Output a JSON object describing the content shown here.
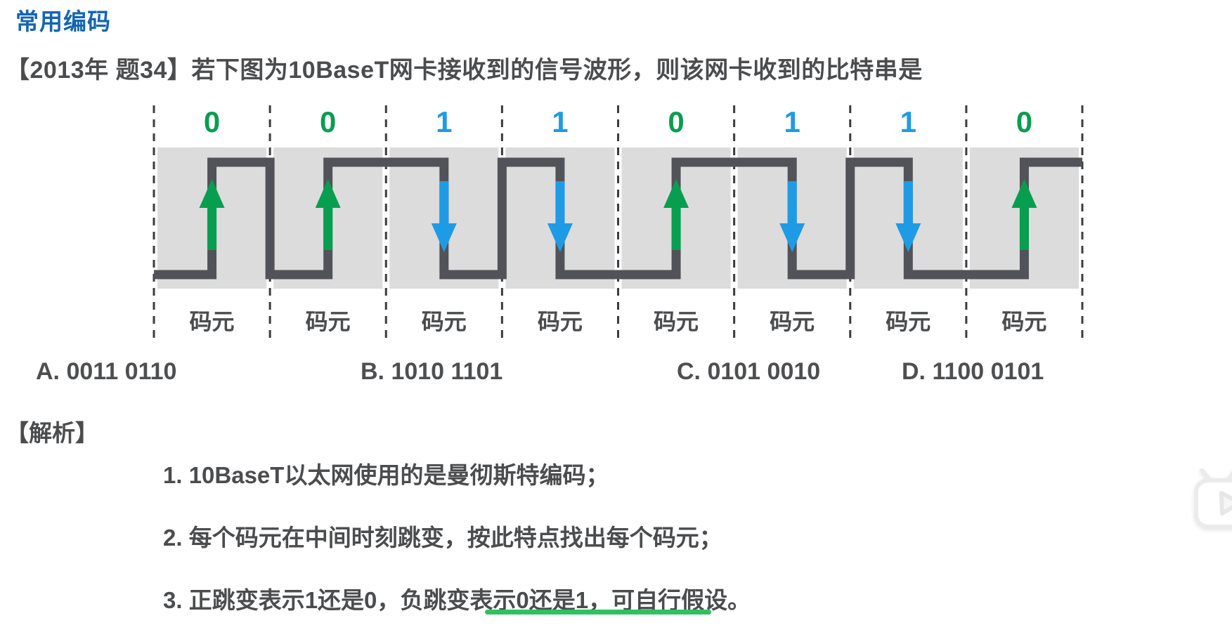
{
  "page": {
    "title": "常用编码",
    "question": "【2013年 题34】若下图为10BaseT网卡接收到的信号波形，则该网卡收到的比特串是"
  },
  "diagram": {
    "type": "manchester-waveform",
    "bits": [
      "0",
      "0",
      "1",
      "1",
      "0",
      "1",
      "1",
      "0"
    ],
    "cell_label": "码元",
    "cell_count": 8,
    "transition_rule": {
      "0": "up-arrow-mid-cell",
      "1": "down-arrow-mid-cell"
    },
    "colors": {
      "bit_zero": "#089e50",
      "bit_one": "#1f9be5",
      "wave": "#525358",
      "band": "#dcdcdc",
      "dashed": "#3c3c3e",
      "label_text": "#4b4c4e"
    }
  },
  "options": [
    "A. 0011 0110",
    "B. 1010 1101",
    "C. 0101 0010",
    "D. 1100 0101"
  ],
  "analysis": {
    "heading": "【解析】",
    "items": [
      "1. 10BaseT以太网使用的是曼彻斯特编码；",
      "2. 每个码元在中间时刻跳变，按此特点找出每个码元；",
      "3. 正跳变表示1还是0，负跳变表示0还是1，可自行假设。"
    ]
  },
  "player": {
    "progress_color": "#2cc25e",
    "watermark_icon": "tv-play-icon"
  },
  "theme": {
    "title_color": "#1365b4",
    "text_color": "#4b4c4e"
  }
}
